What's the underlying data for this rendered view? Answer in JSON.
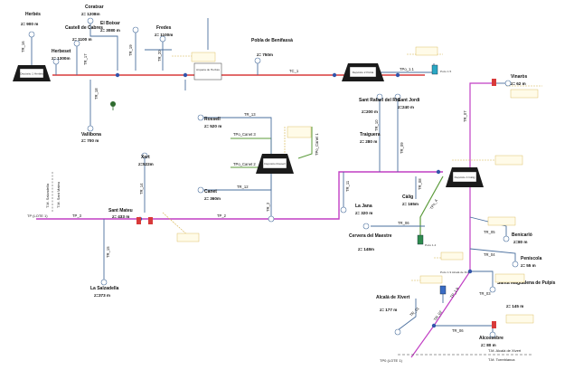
{
  "towns": {
    "herbes": {
      "name": "Herbés",
      "elev": "z= 900 m"
    },
    "coratxar": {
      "name": "Coratxar",
      "elev": "z= 1208m"
    },
    "castell": {
      "name": "Castell de Cabres",
      "elev": "z= 1100 m"
    },
    "bojar": {
      "name": "El Boixar",
      "elev": "z= 3080 m"
    },
    "fredes": {
      "name": "Fredes",
      "elev": "z= 1100m"
    },
    "herbeset": {
      "name": "Herbeset",
      "elev": "z= 1300m"
    },
    "pobla": {
      "name": "Pobla de Benifassà",
      "elev": "z= 750m"
    },
    "vallibona": {
      "name": "Vallibona",
      "elev": "z= 700 m"
    },
    "rossell": {
      "name": "Rossell",
      "elev": "z= 520 m"
    },
    "canet": {
      "name": "Canet",
      "elev": "z= 360m"
    },
    "xert": {
      "name": "Xert",
      "elev": "z=522m"
    },
    "santmateu": {
      "name": "Sant Mateu",
      "elev": "z= 433 m"
    },
    "salzadella": {
      "name": "La Salzadella",
      "elev": "z=373 m"
    },
    "santrafael": {
      "name": "Sant Rafael del Riu",
      "elev": "z=200 m"
    },
    "santjordi": {
      "name": "Sant Jordi",
      "elev": "z=240 m"
    },
    "traiguera": {
      "name": "Traiguera",
      "elev": "z= 280 m"
    },
    "jana": {
      "name": "La Jana",
      "elev": "z= 320 m"
    },
    "calig": {
      "name": "Càlig",
      "elev": "z= 165m"
    },
    "cervera": {
      "name": "Cervera del Maestre",
      "elev": "z= 148m"
    },
    "vinaros": {
      "name": "Vinaròs",
      "elev": "z= 62 m"
    },
    "benicarlo": {
      "name": "Benicarló",
      "elev": "z=80 m"
    },
    "peniscola": {
      "name": "Peníscola",
      "elev": "z= 55 m"
    },
    "santamag": {
      "name": "Santa Magdalena de Pulpis",
      "elev": "z= 145 m"
    },
    "alcala": {
      "name": "Alcalà de Xivert",
      "elev": "z= 177 m"
    },
    "alcossebre": {
      "name": "Alcossebre",
      "elev": "z= 80 m"
    }
  },
  "pipes": {
    "tr16": "TR_16",
    "tr17": "TR_17",
    "tr18": "TR_18",
    "tr19": "TR_19",
    "tr20": "TR_20",
    "tc1": "TC_1",
    "tpo1": "TPo_1.1",
    "tr13": "TR_13",
    "tpcanet3": "TPo_Canet 3",
    "tpcanet2": "TPo_Canet 2",
    "tpcanet1": "TPo_Canet 1",
    "tr12": "TR_12",
    "tr2": "TR_2",
    "tr14": "TR_14",
    "tp3": "TP_3",
    "tp2": "TP_2",
    "tr15": "TR_15",
    "tr10": "TR_10",
    "tr11": "TR_11",
    "tr09": "TR_09",
    "tr08": "TR_08",
    "tr07": "TR_07",
    "tp4": "TPo_4",
    "tr06": "TR_06",
    "tr05": "TR_05",
    "tr04": "TR_04",
    "tr03": "TR_03",
    "tr01": "TR_01",
    "tr02": "TR_02",
    "tp19": "TP_1.9",
    "tr06b": "TR_06"
  },
  "facilities": {
    "dep1": "Depósito 1 Herbés",
    "dep2": "Depósito 2 Pobla",
    "dep3": "Depósito Rossell",
    "dep4": "Depósito 4 Càlig",
    "arqueta": "Arqueta de Herbés",
    "pozo15": "Pozo 1.5",
    "pozo14": "Pozo 1.4",
    "pozo19": "Pozo 1.9 Alcalà de Xivert"
  },
  "limits": {
    "salzadella": "T.M. Salzadella",
    "sanmateu": "T.M. Sant Mateu",
    "alcala": "T.M. Alcalà de Xivert",
    "torreblanca": "T.M. Torreblanca"
  },
  "lots": {
    "lot1": "TP (LOTE 1)",
    "lot1b": "TP0 (LOTE 1)"
  },
  "colors": {
    "red": "#d83a3a",
    "blue": "#4a6f9e",
    "magenta": "#c13fc4",
    "green": "#5b9b3a",
    "yellow": "#d6b24a"
  }
}
